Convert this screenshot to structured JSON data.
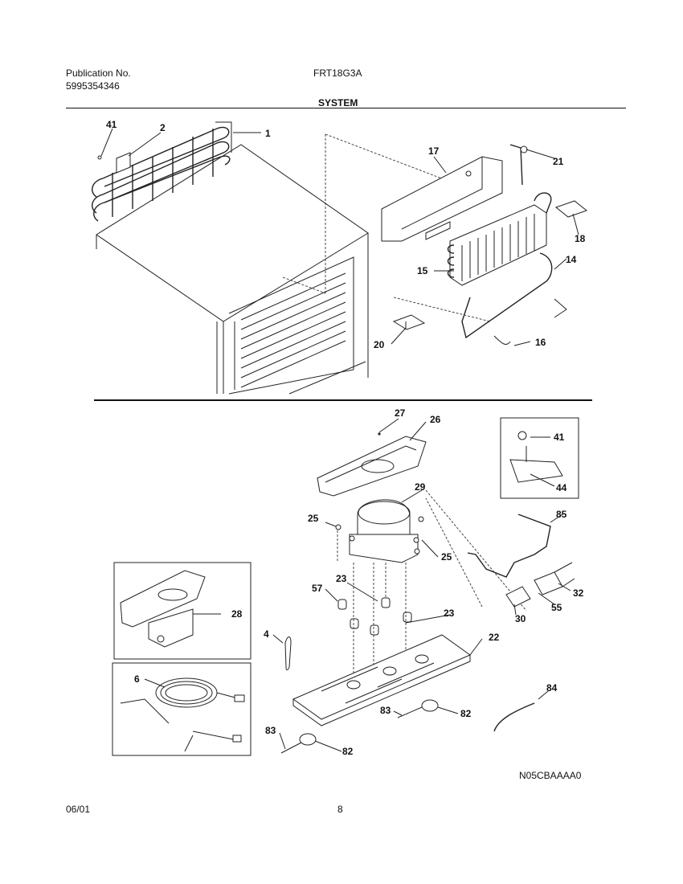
{
  "header": {
    "publication_label": "Publication No.",
    "publication_number": "5995354346",
    "model": "FRT18G3A",
    "section_title": "SYSTEM"
  },
  "diagram_code": "N05CBAAAA0",
  "footer": {
    "date": "06/01",
    "page": "8"
  },
  "callouts": [
    "41",
    "2",
    "1",
    "17",
    "21",
    "18",
    "14",
    "15",
    "20",
    "16",
    "27",
    "26",
    "41",
    "44",
    "29",
    "25",
    "25",
    "85",
    "23",
    "57",
    "28",
    "23",
    "32",
    "55",
    "30",
    "22",
    "4",
    "6",
    "84",
    "83",
    "82",
    "83",
    "82"
  ]
}
